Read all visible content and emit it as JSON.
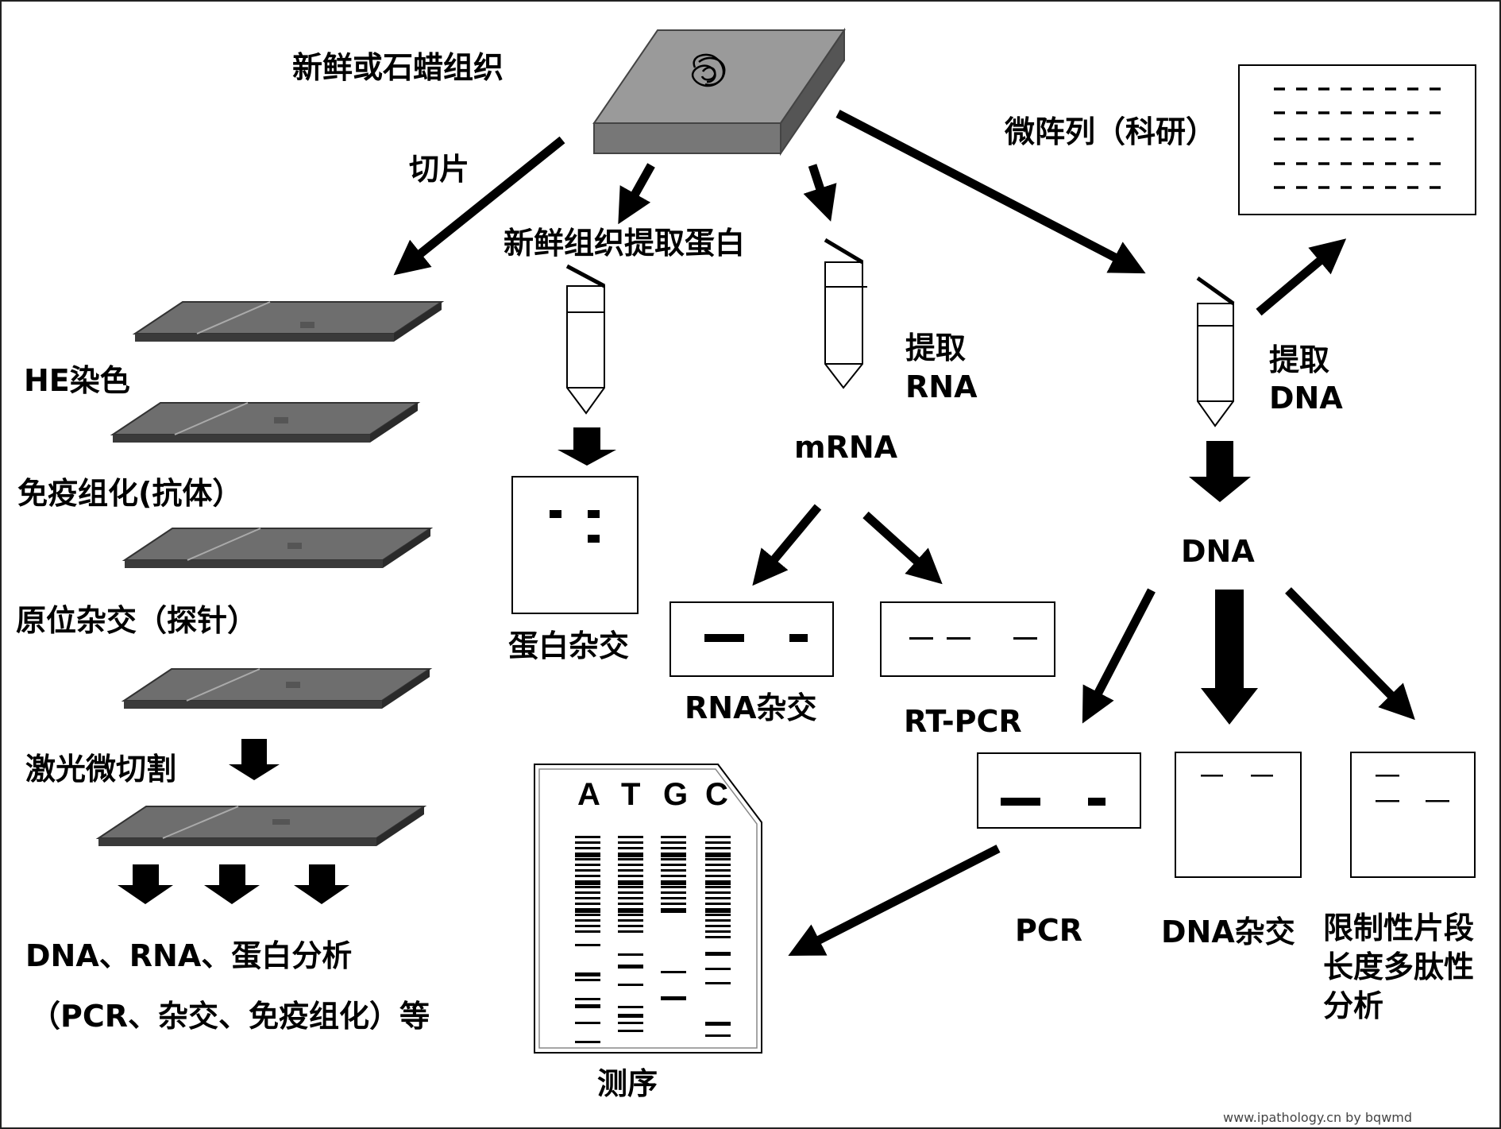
{
  "labels": {
    "tissue": "新鲜或石蜡组织",
    "section": "切片",
    "protein_extract": "新鲜组织提取蛋白",
    "microarray": "微阵列（科研）",
    "he": "HE染色",
    "ihc": "免疫组化(抗体）",
    "ish": "原位杂交（探针）",
    "lcm": "激光微切割",
    "analysis_line1": "DNA、RNA、蛋白分析",
    "analysis_line2": "（PCR、杂交、免疫组化）等",
    "western": "蛋白杂交",
    "extract_rna_1": "提取",
    "extract_rna_2": "RNA",
    "mrna": "mRNA",
    "northern": "RNA杂交",
    "rtpcr": "RT-PCR",
    "extract_dna_1": "提取",
    "extract_dna_2": "DNA",
    "dna": "DNA",
    "pcr": "PCR",
    "southern": "DNA杂交",
    "rflp_1": "限制性片段",
    "rflp_2": "长度多肽性",
    "rflp_3": "分析",
    "sequencing": "测序",
    "watermark": "www.ipathology.cn  by bqwmd"
  },
  "sequencing_lanes": [
    "A",
    "T",
    "G",
    "C"
  ]
}
